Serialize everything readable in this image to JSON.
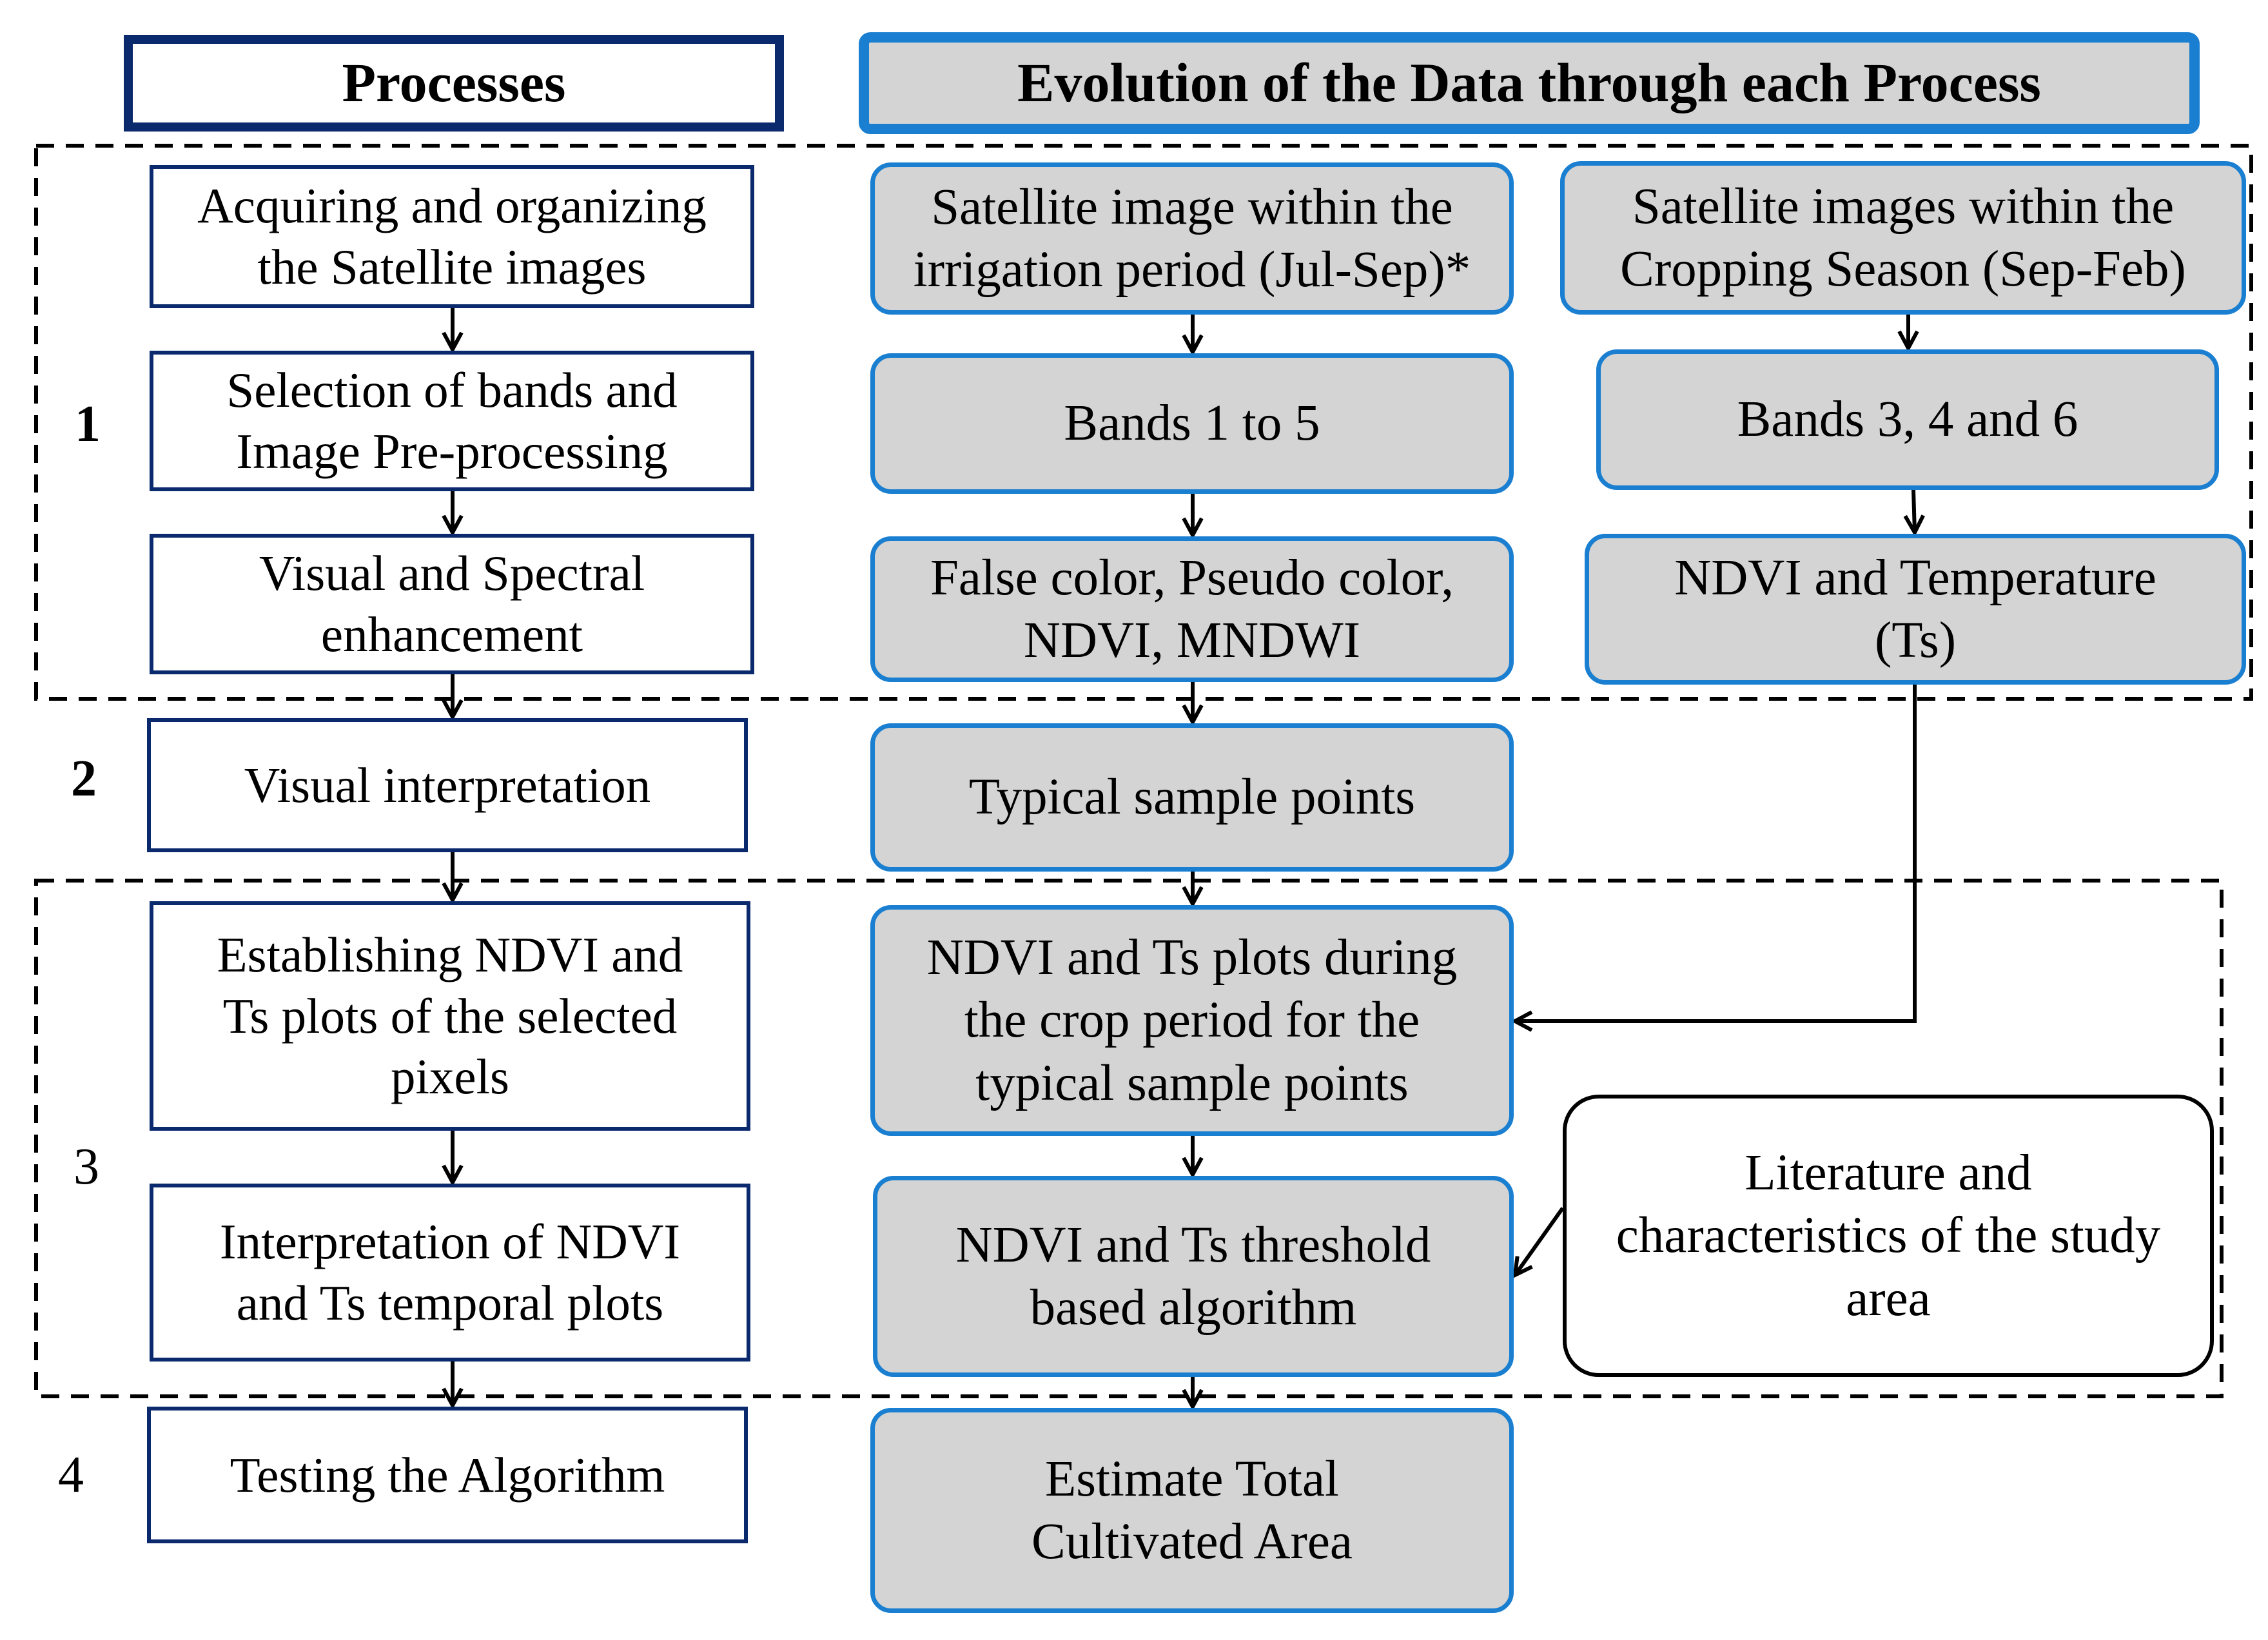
{
  "headers": {
    "processes": "Processes",
    "evolution": "Evolution of the Data through each Process"
  },
  "steps": [
    "1",
    "2",
    "3",
    "4"
  ],
  "processes": [
    "Acquiring and organizing\nthe Satellite images",
    "Selection of bands and\nImage Pre-processing",
    "Visual and Spectral\nenhancement",
    "Visual interpretation",
    "Establishing NDVI and\nTs plots of the selected\npixels",
    "Interpretation of NDVI\nand Ts temporal plots",
    "Testing the Algorithm"
  ],
  "data_left": [
    "Satellite image within the\nirrigation period (Jul-Sep)*",
    "Bands 1 to 5",
    "False color, Pseudo color,\nNDVI, MNDWI",
    "Typical sample points",
    "NDVI and Ts plots during\nthe crop period for the\ntypical sample points",
    "NDVI and Ts threshold\nbased algorithm",
    "Estimate Total\nCultivated Area"
  ],
  "data_right": [
    "Satellite images within the\nCropping Season (Sep-Feb)",
    "Bands 3, 4 and 6",
    "NDVI and Temperature\n(Ts)"
  ],
  "literature": "Literature and\ncharacteristics of the study\narea",
  "colors": {
    "process_border": "#0b2a6e",
    "data_border": "#1a7fd0",
    "data_fill": "#d4d4d4",
    "arrow": "#000000"
  }
}
